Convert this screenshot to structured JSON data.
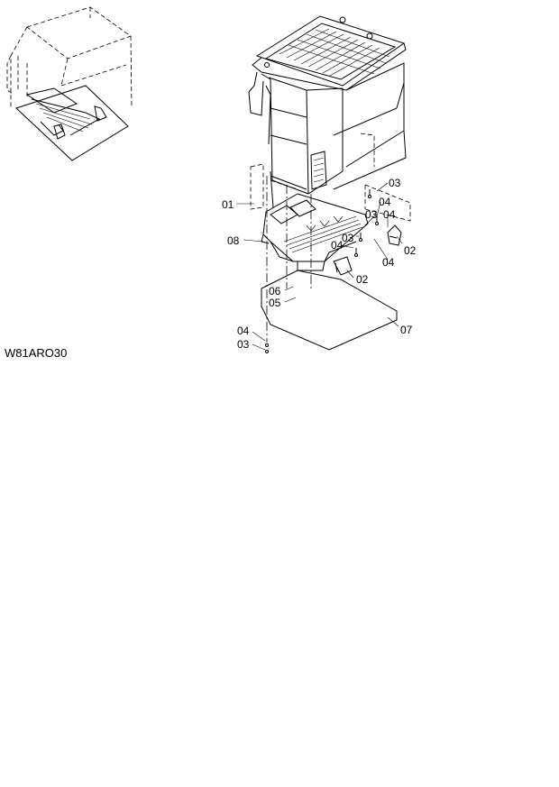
{
  "drawing_code": "W81ARO30",
  "callouts": [
    {
      "id": "c-01-a",
      "text": "01"
    },
    {
      "id": "c-08-a",
      "text": "08"
    },
    {
      "id": "c-03-a",
      "text": "03"
    },
    {
      "id": "c-04-a",
      "text": "04"
    },
    {
      "id": "c-03-b",
      "text": "03"
    },
    {
      "id": "c-04-b",
      "text": "04"
    },
    {
      "id": "c-02-a",
      "text": "02"
    },
    {
      "id": "c-03-c",
      "text": "03"
    },
    {
      "id": "c-04-c",
      "text": "04"
    },
    {
      "id": "c-04-d",
      "text": "04"
    },
    {
      "id": "c-02-b",
      "text": "02"
    },
    {
      "id": "c-06-a",
      "text": "06"
    },
    {
      "id": "c-05-a",
      "text": "05"
    },
    {
      "id": "c-07-a",
      "text": "07"
    },
    {
      "id": "c-04-e",
      "text": "04"
    },
    {
      "id": "c-03-d",
      "text": "03"
    }
  ]
}
